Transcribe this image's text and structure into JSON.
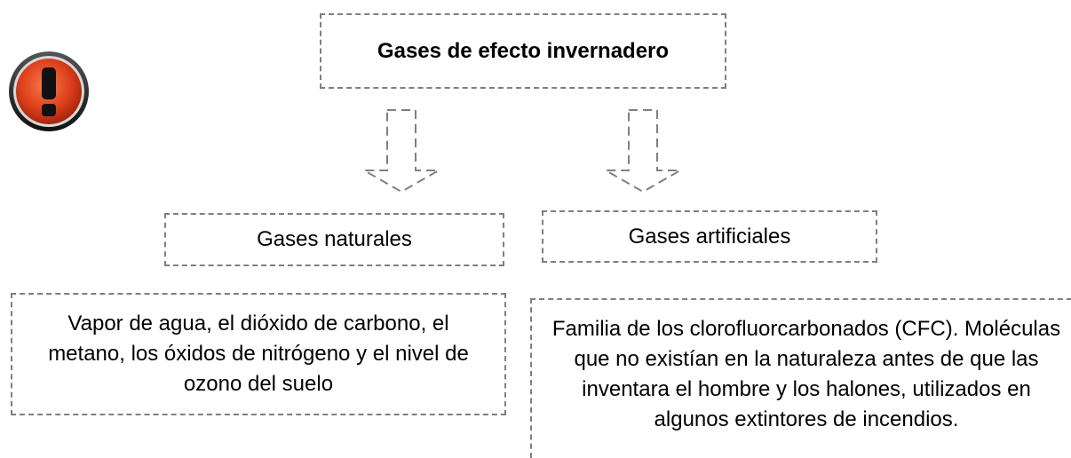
{
  "diagram": {
    "title": "Gases de efecto invernadero",
    "natural": {
      "label": "Gases naturales",
      "description": "Vapor de agua, el dióxido de carbono, el metano, los óxidos de nitrógeno y el nivel de ozono del suelo"
    },
    "artificial": {
      "label": "Gases artificiales",
      "description": "Familia de los clorofluorcarbonados (CFC). Moléculas que no existían en la naturaleza antes de que las inventara el hombre y los halones, utilizados en algunos extintores de incendios."
    }
  },
  "icons": {
    "alert": "exclamation-alert-icon",
    "arrow": "dashed-down-arrow-icon"
  },
  "colors": {
    "border": "#7f7f7f",
    "alert_fill": "#e0421e",
    "alert_ring": "#1a1a1a"
  }
}
